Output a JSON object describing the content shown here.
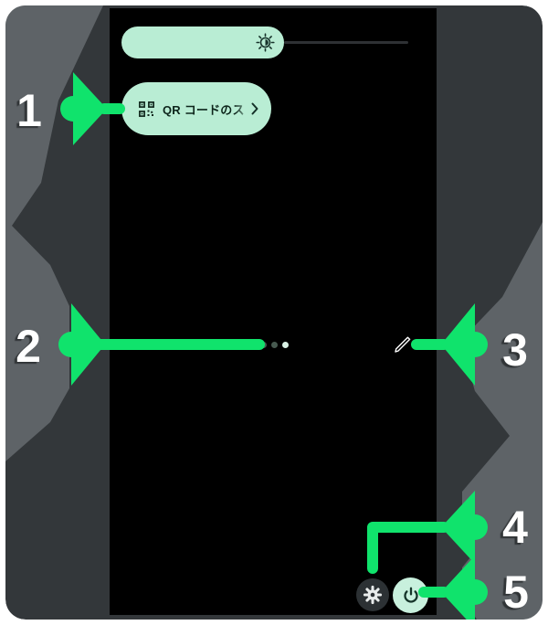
{
  "annotation": {
    "accent_green": "#10e36c",
    "panel_dark": "#33373a",
    "panel_light": "#5e6367",
    "number_color": "#ffffff",
    "callouts": [
      {
        "label": "1"
      },
      {
        "label": "2"
      },
      {
        "label": "3"
      },
      {
        "label": "4"
      },
      {
        "label": "5"
      }
    ]
  },
  "screen": {
    "background": "#000000",
    "brightness_slider": {
      "icon": "brightness-icon",
      "fill_color": "#b9edd4",
      "track_color": "#2e3134",
      "fill_ratio": 0.57
    },
    "qr_tile": {
      "icon": "qr-code-icon",
      "label": "QR コードのス",
      "chevron_icon": "chevron-right-icon",
      "bg_color": "#b9edd4",
      "text_color": "#0d251b"
    },
    "page_indicator": {
      "dot_count": 3,
      "active_dot": 3,
      "inactive_color": "#475a50",
      "active_color": "#d9f1e5"
    },
    "edit_button": {
      "icon": "pencil-icon"
    },
    "settings_button": {
      "icon": "gear-icon",
      "bg_color": "#2c3134"
    },
    "power_button": {
      "icon": "power-icon",
      "bg_color": "#c8f0dd"
    }
  }
}
